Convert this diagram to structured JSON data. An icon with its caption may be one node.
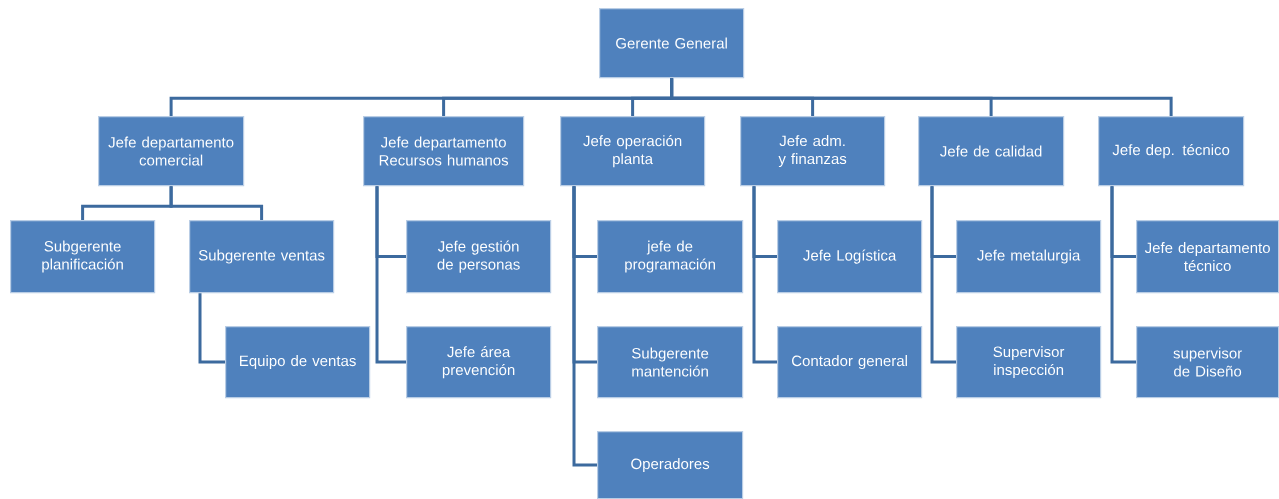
{
  "diagram": {
    "nodes": [
      {
        "text": [
          "Gerente General"
        ]
      },
      {
        "text": [
          "Jefe departamento comercial"
        ]
      },
      {
        "text": [
          "Jefe departamento Recursos humanos"
        ]
      },
      {
        "text": [
          "Jefe operación planta"
        ]
      },
      {
        "text": [
          "Jefe adm. y finanzas"
        ]
      },
      {
        "text": [
          "Jefe de calidad"
        ]
      },
      {
        "text": [
          "Jefe dep. técnico"
        ]
      },
      {
        "text": [
          "Subgerente planificación"
        ]
      },
      {
        "text": [
          "Subgerente ventas"
        ]
      },
      {
        "text": [
          "Equipo de ventas"
        ]
      },
      {
        "text": [
          "Jefe gestión de personas"
        ]
      },
      {
        "text": [
          "Jefe área prevención"
        ]
      },
      {
        "text": [
          "jefe de programación"
        ]
      },
      {
        "text": [
          "Subgerente mantención"
        ]
      },
      {
        "text": [
          "Operadores"
        ]
      },
      {
        "text": [
          "Jefe Logística"
        ]
      },
      {
        "text": [
          "Contador general"
        ]
      },
      {
        "text": [
          "Jefe metalurgia"
        ]
      },
      {
        "text": [
          "Supervisor inspección"
        ]
      },
      {
        "text": [
          "Jefe departamento técnico"
        ]
      },
      {
        "text": [
          "supervisor de Diseño"
        ]
      }
    ],
    "edges": [
      {
        "from": 0,
        "to": 1,
        "arrow": "none"
      },
      {
        "from": 0,
        "to": 2,
        "arrow": "none"
      },
      {
        "from": 0,
        "to": 3,
        "arrow": "none"
      },
      {
        "from": 0,
        "to": 4,
        "arrow": "none"
      },
      {
        "from": 0,
        "to": 5,
        "arrow": "none"
      },
      {
        "from": 0,
        "to": 6,
        "arrow": "none"
      },
      {
        "from": 1,
        "to": 7,
        "arrow": "none"
      },
      {
        "from": 1,
        "to": 8,
        "arrow": "none"
      },
      {
        "from": 8,
        "to": 9,
        "arrow": "none"
      },
      {
        "from": 2,
        "to": 10,
        "arrow": "none"
      },
      {
        "from": 2,
        "to": 11,
        "arrow": "none"
      },
      {
        "from": 3,
        "to": 12,
        "arrow": "none"
      },
      {
        "from": 3,
        "to": 13,
        "arrow": "none"
      },
      {
        "from": 3,
        "to": 14,
        "arrow": "none"
      },
      {
        "from": 4,
        "to": 15,
        "arrow": "none"
      },
      {
        "from": 4,
        "to": 16,
        "arrow": "none"
      },
      {
        "from": 5,
        "to": 17,
        "arrow": "none"
      },
      {
        "from": 5,
        "to": 18,
        "arrow": "none"
      },
      {
        "from": 6,
        "to": 19,
        "arrow": "none"
      },
      {
        "from": 6,
        "to": 20,
        "arrow": "none"
      }
    ]
  }
}
